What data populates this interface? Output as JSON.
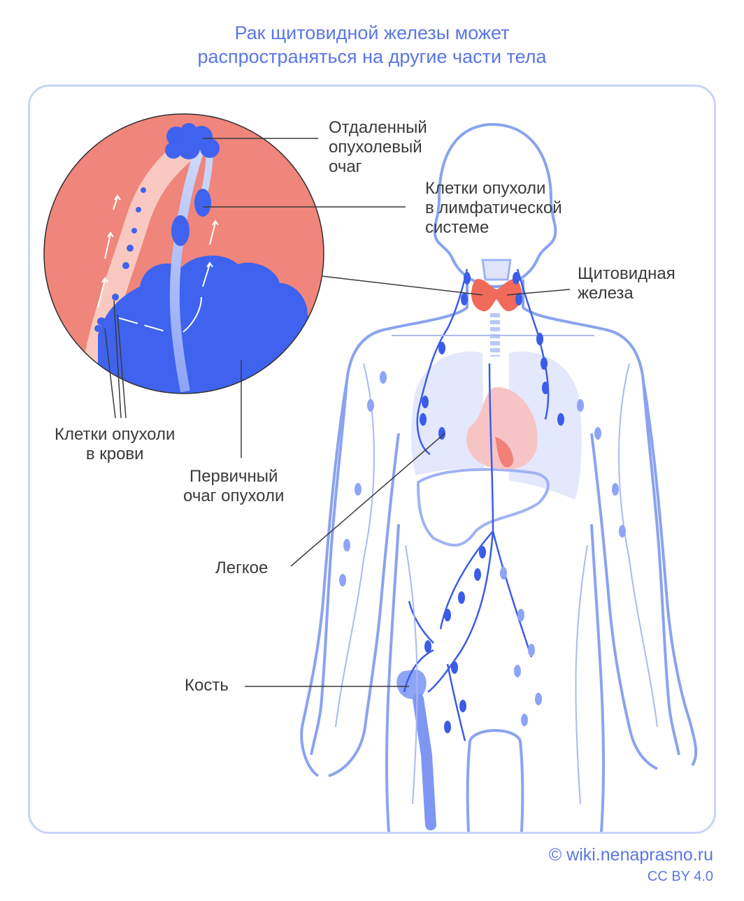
{
  "title": {
    "line1": "Рак щитовидной железы может",
    "line2": "распространяться на другие части тела"
  },
  "labels": {
    "distant_focus": [
      "Отдаленный",
      "опухолевый",
      "очаг"
    ],
    "lymph_cells": [
      "Клетки опухоли",
      "в лимфатической",
      "системе"
    ],
    "thyroid": [
      "Щитовидная",
      "железа"
    ],
    "blood_cells": [
      "Клетки опухоли",
      "в крови"
    ],
    "primary_focus": [
      "Первичный",
      "очаг опухоли"
    ],
    "lung": "Легкое",
    "bone": "Кость"
  },
  "credit": {
    "site": "© wiki.nenaprasno.ru",
    "license": "CC BY 4.0"
  },
  "colors": {
    "accent": "#5b76e6",
    "lymph": "#3b5ce8",
    "body_outline": "#8aa3f0",
    "tumor": "#3f63ef",
    "inset_bg": "#ef857b",
    "thyroid": "#f06a5a",
    "heart": "#f6b8b8"
  }
}
